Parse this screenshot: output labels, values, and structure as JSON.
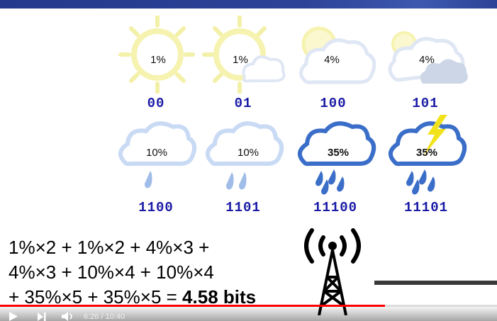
{
  "forecast_grid": [
    {
      "pct": "1%",
      "code": "00",
      "icon": "sun-icon"
    },
    {
      "pct": "1%",
      "code": "01",
      "icon": "sun-behind-cloud-icon"
    },
    {
      "pct": "4%",
      "code": "100",
      "icon": "partly-cloudy-icon"
    },
    {
      "pct": "4%",
      "code": "101",
      "icon": "cloudy-icon"
    },
    {
      "pct": "10%",
      "code": "1100",
      "icon": "light-rain-icon"
    },
    {
      "pct": "10%",
      "code": "1101",
      "icon": "rain-icon"
    },
    {
      "pct": "35%",
      "code": "11100",
      "icon": "heavy-rain-icon"
    },
    {
      "pct": "35%",
      "code": "11101",
      "icon": "thunderstorm-icon"
    }
  ],
  "formula": {
    "line1": "1%×2 + 1%×2 + 4%×3 +",
    "line2": "4%×3 + 10%×4 + 10%×4",
    "line3_prefix": "+ 35%×5 + 35%×5 = ",
    "line3_result": "4.58 bits"
  },
  "player": {
    "time": "6:26 / 10:40",
    "progress": 0.775,
    "play_icon": "play-icon",
    "next_icon": "next-icon",
    "volume_icon": "volume-icon"
  },
  "colors": {
    "header": "#2b4296",
    "code_text": "#1a1aa6",
    "progress": "#ff0000"
  }
}
